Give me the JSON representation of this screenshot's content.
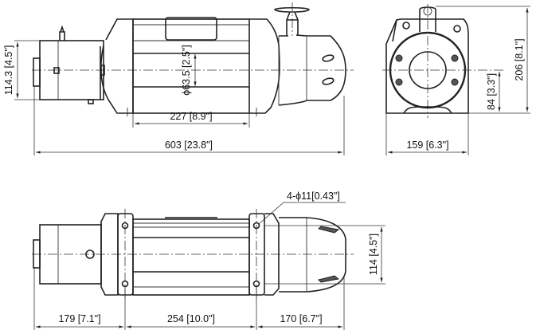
{
  "top_view": {
    "motor_height": "114.3 [4.5\"]",
    "drum_diameter": "ϕ63.5 [2.5\"]",
    "drum_length": "227 [8.9\"]",
    "overall_length": "603 [23.8\"]"
  },
  "side_view": {
    "overall_height": "206 [8.1\"]",
    "center_height": "84 [3.3\"]",
    "width": "159 [6.3\"]"
  },
  "bottom_view": {
    "mount_holes": "4-ϕ11[0.43\"]",
    "mount_spacing_width": "114 [4.5\"]",
    "motor_to_hole": "179 [7.1\"]",
    "hole_spacing_length": "254 [10.0\"]",
    "hole_to_end": "170 [6.7\"]"
  }
}
